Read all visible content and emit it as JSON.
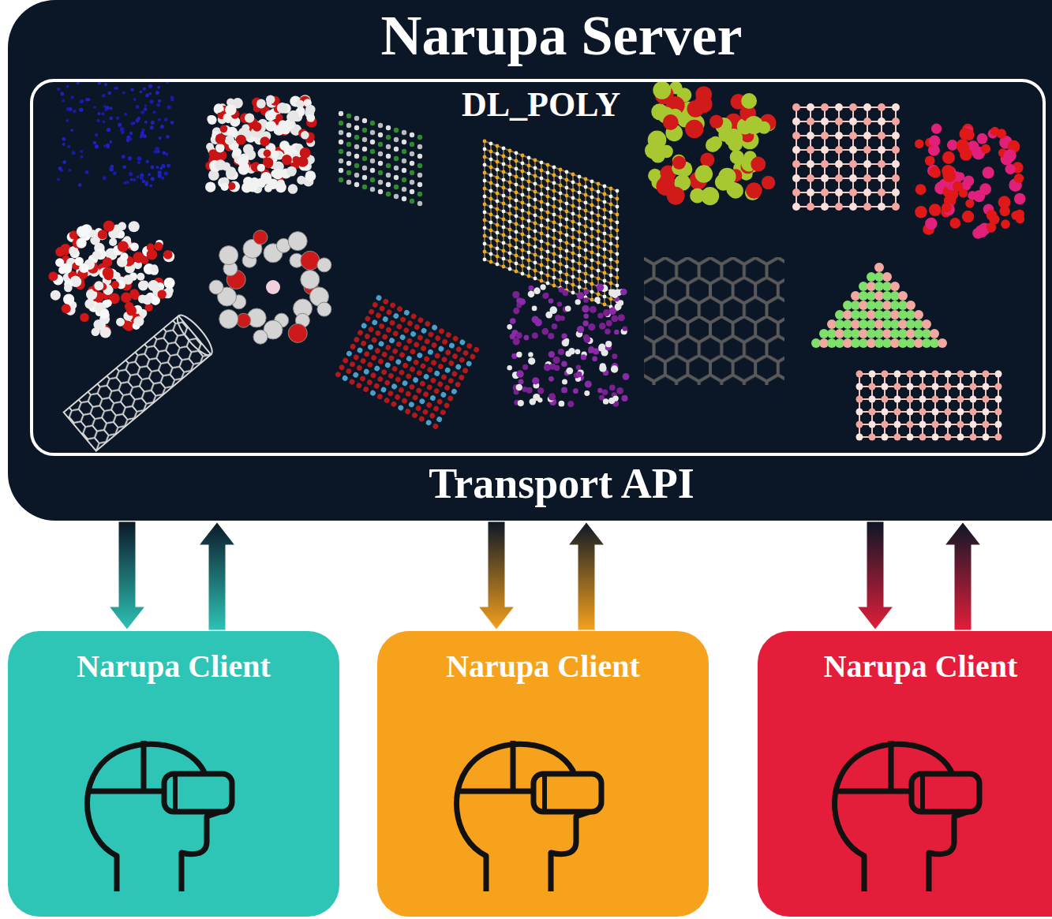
{
  "diagram": {
    "nodes": [
      {
        "text": [
          "Narupa Server",
          "Transport API"
        ]
      },
      {
        "text": [
          "DL_POLY"
        ],
        "in": 0
      },
      {
        "text": [
          "Narupa Client"
        ]
      },
      {
        "text": [
          "Narupa Client"
        ]
      },
      {
        "text": [
          "Narupa Client"
        ]
      }
    ],
    "edges": [
      {
        "from": 0,
        "to": 2,
        "arrow": "to"
      },
      {
        "from": 2,
        "to": 0,
        "arrow": "to"
      },
      {
        "from": 0,
        "to": 3,
        "arrow": "to"
      },
      {
        "from": 3,
        "to": 0,
        "arrow": "to"
      },
      {
        "from": 0,
        "to": 4,
        "arrow": "to"
      },
      {
        "from": 4,
        "to": 0,
        "arrow": "to"
      }
    ]
  }
}
